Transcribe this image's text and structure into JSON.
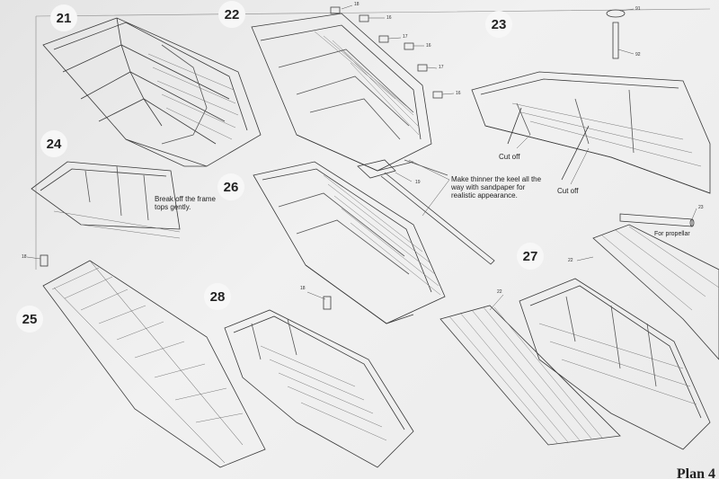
{
  "steps": [
    "21",
    "22",
    "23",
    "24",
    "25",
    "26",
    "27",
    "28"
  ],
  "notes": {
    "break_off": "Break off the frame tops gently.",
    "keel": "Make thinner the keel all the way with sandpaper for realistic appearance.",
    "cut_off_1": "Cut off",
    "cut_off_2": "Cut off",
    "for_propellar": "For propellar"
  },
  "parts": {
    "p18a": "18",
    "p16a": "16",
    "p17a": "17",
    "p16b": "16",
    "p17b": "17",
    "p16c": "16",
    "p91": "91",
    "p92": "92",
    "p19": "19",
    "p23": "23",
    "p22a": "22",
    "p18b": "18",
    "p18c": "18",
    "p22b": "22"
  },
  "plan_label": "Plan 4"
}
